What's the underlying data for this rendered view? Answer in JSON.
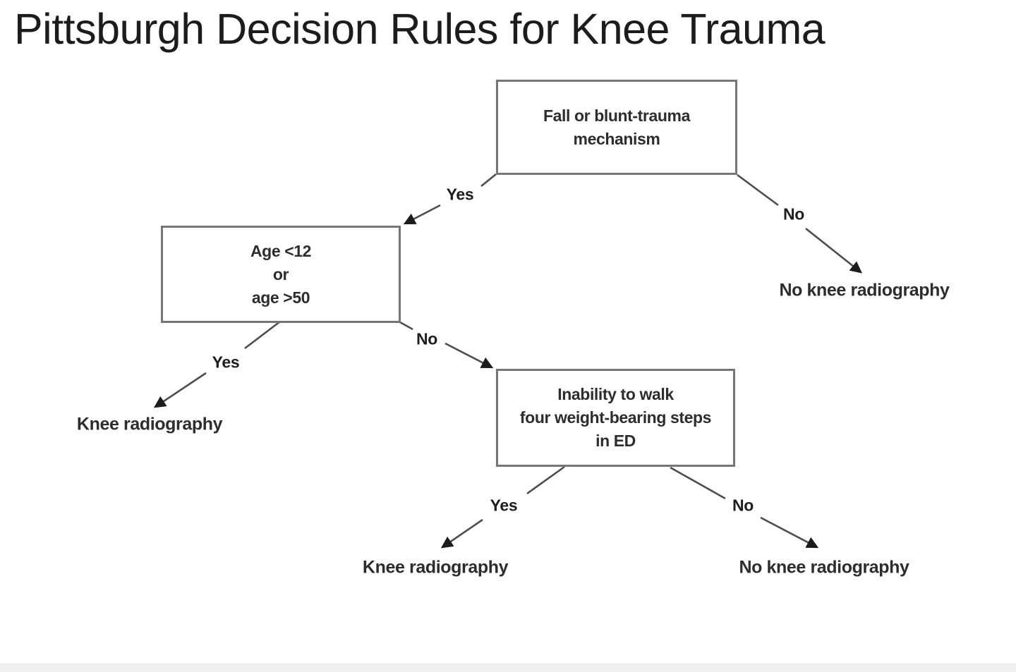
{
  "title": "Pittsburgh Decision Rules for Knee Trauma",
  "flowchart": {
    "nodes": {
      "mechanism": {
        "lines": [
          "Fall or blunt-trauma",
          "mechanism"
        ]
      },
      "age": {
        "lines": [
          "Age <12",
          "or",
          "age >50"
        ]
      },
      "walk": {
        "lines": [
          "Inability to walk",
          "four weight-bearing steps",
          "in ED"
        ]
      }
    },
    "edge_labels": {
      "mechanism_yes": "Yes",
      "mechanism_no": "No",
      "age_yes": "Yes",
      "age_no": "No",
      "walk_yes": "Yes",
      "walk_no": "No"
    },
    "outcomes": {
      "mechanism_no": "No knee radiography",
      "age_yes": "Knee radiography",
      "walk_yes": "Knee radiography",
      "walk_no": "No knee radiography"
    },
    "colors": {
      "box_border": "#767676",
      "connector": "#4d4d4d",
      "arrowhead": "#1c1c1c",
      "text": "#2d2d2d"
    }
  }
}
